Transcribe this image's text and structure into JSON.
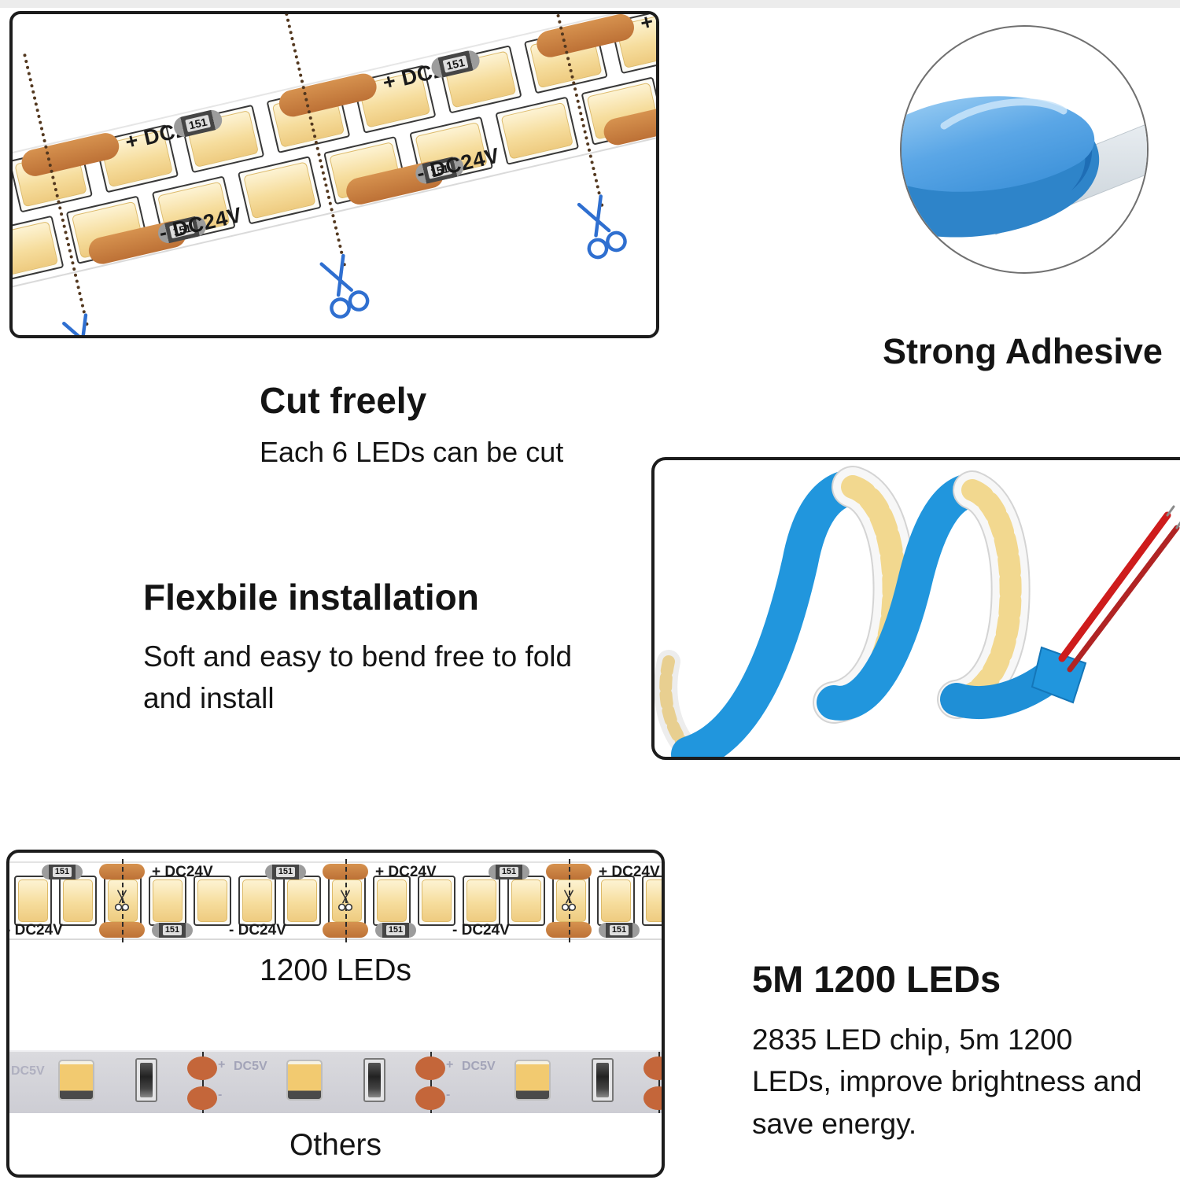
{
  "cut_panel": {
    "title": "Cut freely",
    "subtitle": "Each 6 LEDs can be cut",
    "strip": {
      "positive_label": "+ DC24V",
      "negative_label": "- DC24V",
      "resistor_label": "151"
    }
  },
  "adhesive_panel": {
    "caption": "Strong Adhesive"
  },
  "flexible_panel": {
    "title": "Flexbile installation",
    "body": "Soft and easy to bend free to fold and install"
  },
  "comparison_panel": {
    "dense_strip": {
      "label": "1200 LEDs",
      "positive_label": "+ DC24V",
      "negative_label": "- DC24V",
      "resistor_label": "151"
    },
    "others_strip": {
      "label": "Others",
      "voltage_label": "DC5V",
      "plus_label": "+",
      "minus_label": "-"
    }
  },
  "info_panel": {
    "title": "5M 1200 LEDs",
    "body": "2835 LED chip, 5m 1200 LEDs, improve brightness and save energy."
  },
  "colors": {
    "scissors_blue": "#2f6fd0",
    "scissors_dark": "#333333",
    "liner_blue": "#2196dd",
    "wire_red": "#ce1c1c",
    "copper_pad": "#c9813f",
    "led_warm": "#f3d794",
    "tape_gray": "#d4dbe1",
    "film_blue": "#4e9fe2"
  }
}
